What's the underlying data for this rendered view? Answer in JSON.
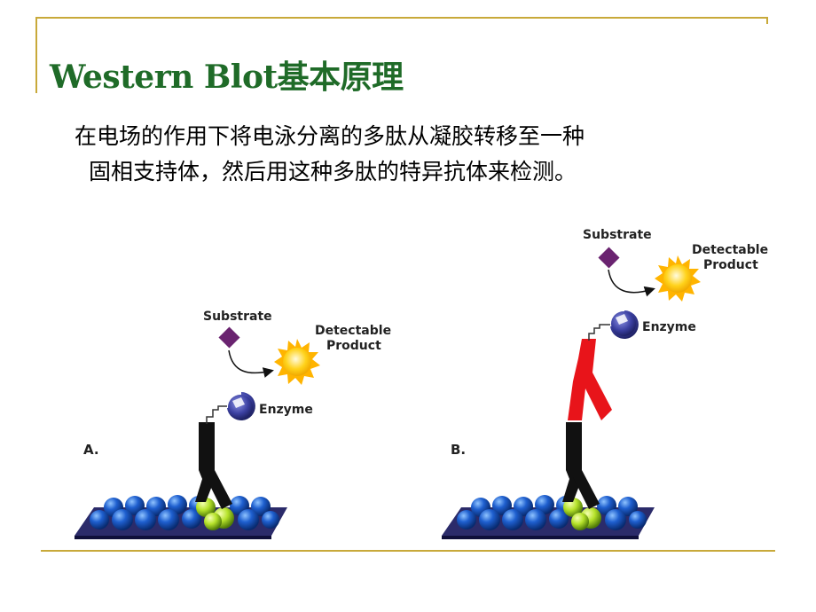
{
  "slide": {
    "title": "Western Blot基本原理",
    "body_line_1": "在电场的作用下将电泳分离的多肽从凝胶转移至一种",
    "body_line_2": "固相支持体，然后用这种多肽的特异抗体来检测。"
  },
  "diagram": {
    "panel_a": {
      "label": "A.",
      "substrate_label": "Substrate",
      "product_label_1": "Detectable",
      "product_label_2": "Product",
      "enzyme_label": "Enzyme"
    },
    "panel_b": {
      "label": "B.",
      "substrate_label": "Substrate",
      "product_label_1": "Detectable",
      "product_label_2": "Product",
      "enzyme_label": "Enzyme"
    }
  },
  "colors": {
    "title": "#1f6b28",
    "frame": "#c8a93a",
    "substrate": "#6a2370",
    "enzyme": "#3a3fa0",
    "secondary_antibody": "#e8141a",
    "primary_antibody": "#111111",
    "product": "#ffd21a",
    "beads": "#1e5fcf",
    "target_protein": "#b5e22a"
  }
}
